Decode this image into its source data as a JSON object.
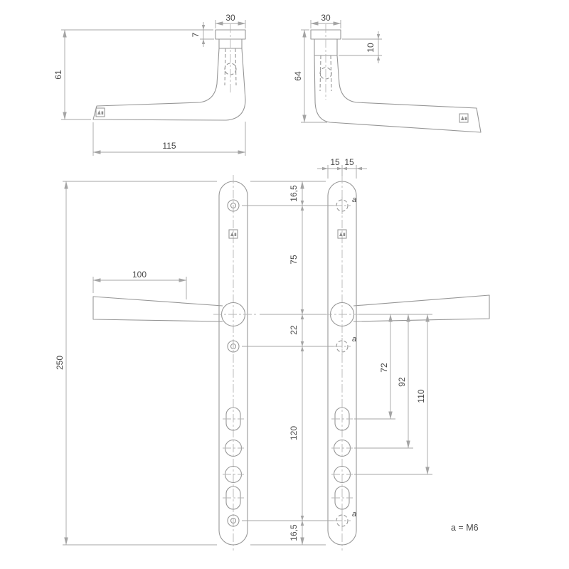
{
  "side_left": {
    "width": "30",
    "flange": "7",
    "height": "61",
    "length": "115"
  },
  "side_right": {
    "width": "30",
    "neck": "10",
    "height": "64"
  },
  "front": {
    "half_left": "15",
    "half_right": "15",
    "chain": [
      "16,5",
      "75",
      "22",
      "120",
      "16,5"
    ],
    "total_height": "250",
    "grip_length": "100",
    "backset_1": "72",
    "backset_2": "92",
    "backset_3": "110",
    "hole_label": "a",
    "note": "a = M6"
  }
}
